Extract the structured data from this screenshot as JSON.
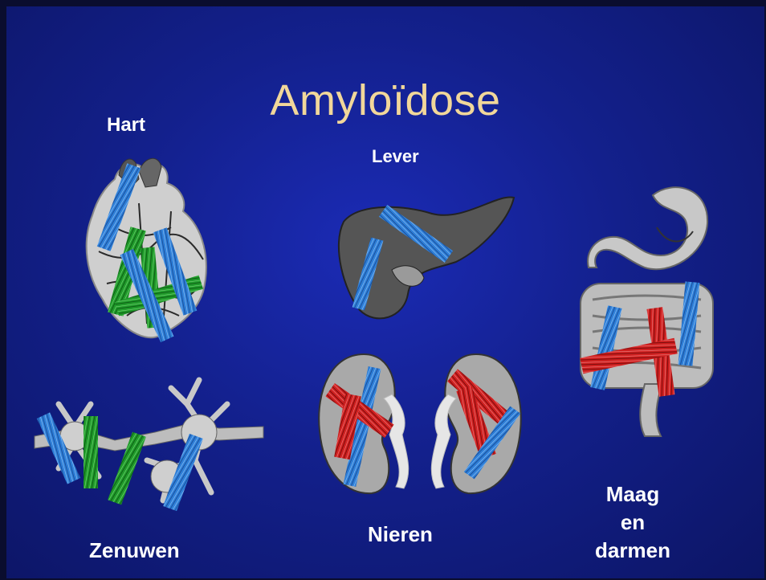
{
  "slide": {
    "title": "Amyloïdose"
  },
  "labels": {
    "hart": "Hart",
    "lever": "Lever",
    "zenuwen": "Zenuwen",
    "nieren": "Nieren",
    "maag_line1": "Maag",
    "maag_line2": "en",
    "maag_line3": "darmen"
  },
  "colors": {
    "fibril_blue": "#2e7fd8",
    "fibril_green": "#1f9a2a",
    "fibril_red": "#cf2020",
    "title": "#f1d79a"
  }
}
